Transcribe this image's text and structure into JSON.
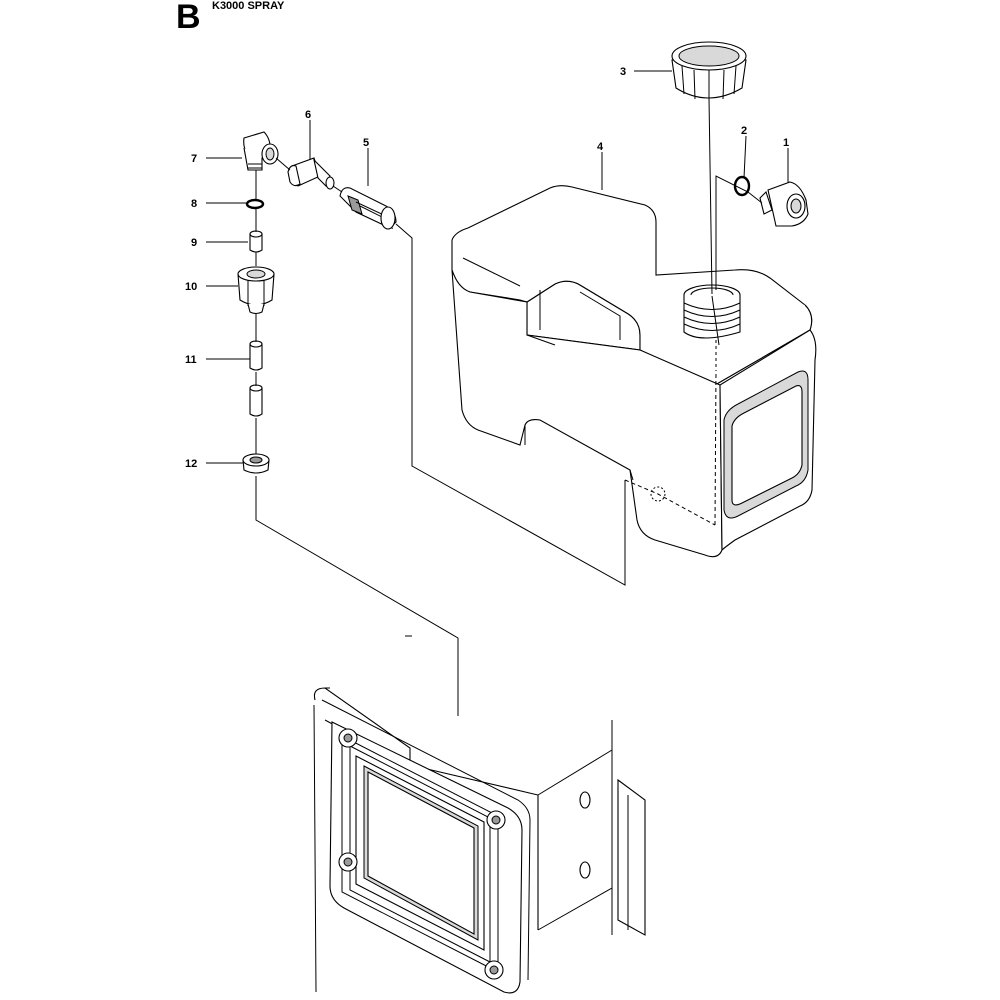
{
  "header": {
    "section_letter": "B",
    "model_title": "K3000 SPRAY"
  },
  "callouts": [
    "1",
    "2",
    "3",
    "4",
    "5",
    "6",
    "7",
    "8",
    "9",
    "10",
    "11",
    "12"
  ]
}
